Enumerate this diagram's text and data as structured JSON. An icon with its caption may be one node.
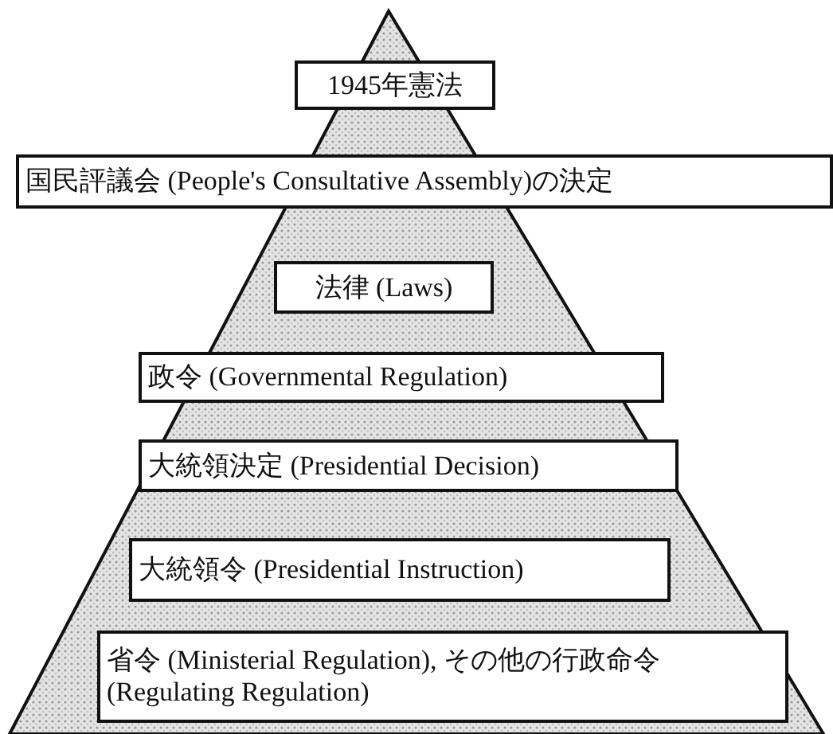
{
  "diagram": {
    "nodes": [
      {
        "text": [
          "1945年憲法"
        ]
      },
      {
        "text": [
          "国民評議会 (People's Consultative Assembly)の決定"
        ]
      },
      {
        "text": [
          "法律 (Laws)"
        ]
      },
      {
        "text": [
          "政令 (Governmental Regulation)"
        ]
      },
      {
        "text": [
          "大統領決定 (Presidential Decision)"
        ]
      },
      {
        "text": [
          "大統領令 (Presidential Instruction)"
        ]
      },
      {
        "text": [
          "省令 (Ministerial Regulation), その他の行政命令 (Regulating Regulation)"
        ]
      }
    ]
  }
}
